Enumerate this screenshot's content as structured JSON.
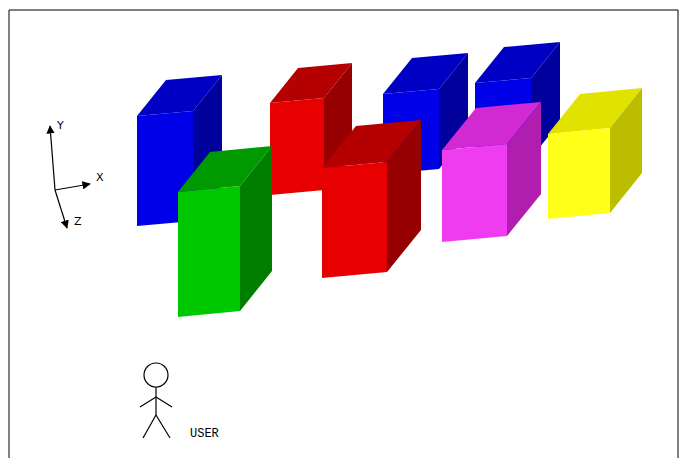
{
  "diagram": {
    "labels": [
      "Y",
      "X",
      "Z",
      "USER"
    ]
  }
}
